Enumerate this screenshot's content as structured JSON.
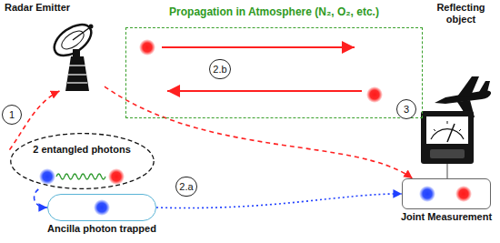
{
  "diagram": {
    "nodes": [
      {
        "text": [
          "Radar Emitter"
        ]
      },
      {
        "text": [
          "Propagation in Atmosphere (N₂, O₂, etc.)"
        ]
      },
      {
        "text": [
          "Reflecting object"
        ]
      },
      {
        "text": [
          "2 entangled photons"
        ]
      },
      {
        "text": [
          "Ancilla photon trapped"
        ]
      },
      {
        "text": [
          "Joint Measurement"
        ]
      }
    ],
    "edges": [
      {
        "from": 3,
        "to": 0,
        "arrow": "to"
      },
      {
        "from": 3,
        "to": 4,
        "arrow": "to"
      },
      {
        "from": 4,
        "to": 5,
        "arrow": "to"
      },
      {
        "from": 0,
        "to": 5,
        "arrow": "to"
      }
    ],
    "labels": [
      "1",
      "2.a",
      "2.b",
      "3"
    ]
  }
}
